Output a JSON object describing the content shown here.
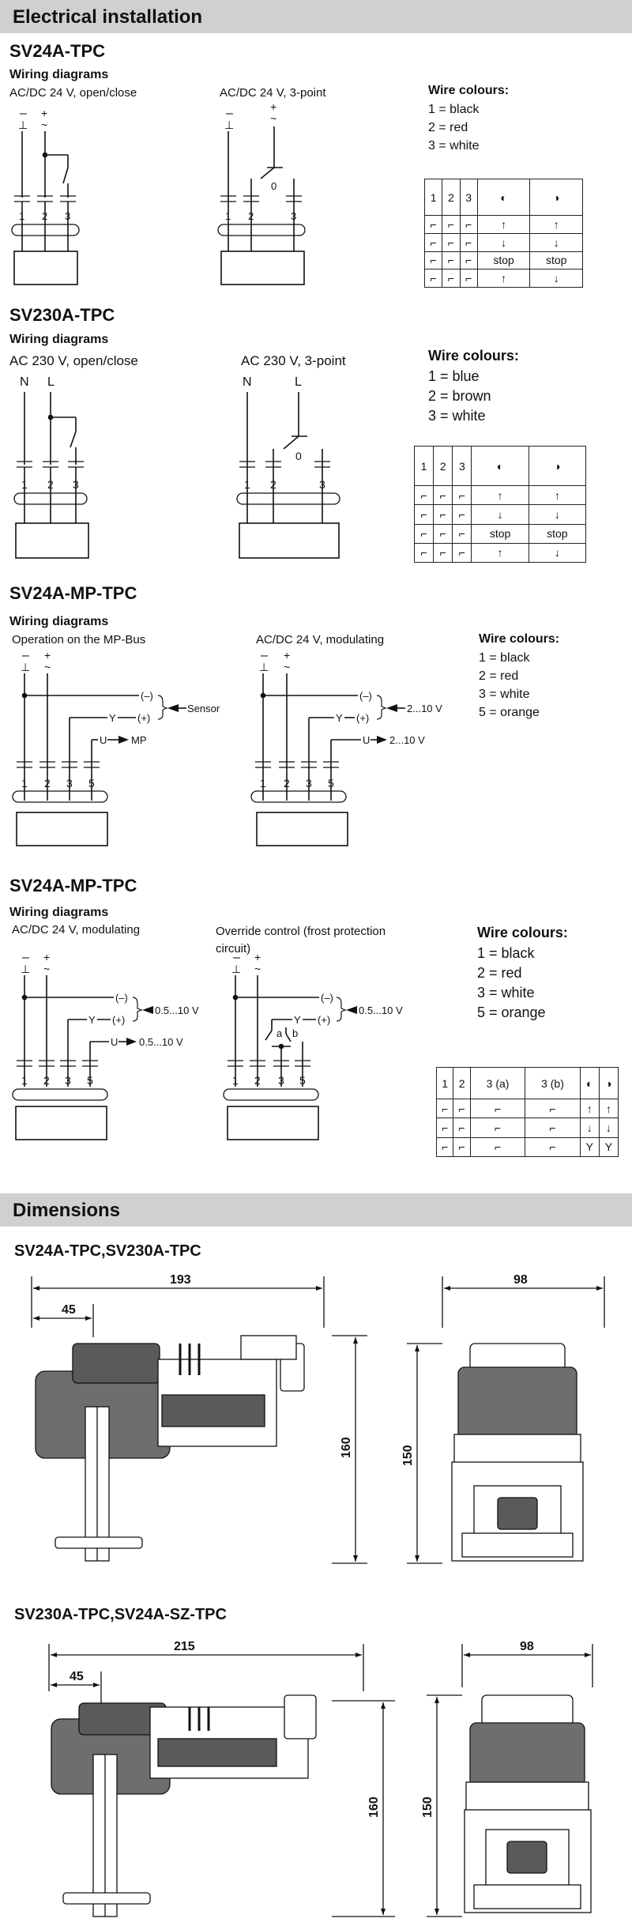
{
  "sections": {
    "electrical": "Electrical installation",
    "dimensions": "Dimensions"
  },
  "block1": {
    "model": "SV24A-TPC",
    "heading": "Wiring diagrams",
    "diagram_a": "AC/DC 24 V, open/close",
    "diagram_b": "AC/DC 24 V, 3-point",
    "wire_title": "Wire colours:",
    "wires": [
      "1 = black",
      "2 = red",
      "3 = white"
    ],
    "table_head": [
      "1",
      "2",
      "3"
    ],
    "stop": "stop"
  },
  "block2": {
    "model": "SV230A-TPC",
    "heading": "Wiring diagrams",
    "diagram_a": "AC 230 V, open/close",
    "diagram_b": "AC 230 V, 3-point",
    "wire_title": "Wire colours:",
    "wires": [
      "1 = blue",
      "2 = brown",
      "3 = white"
    ],
    "table_head": [
      "1",
      "2",
      "3"
    ],
    "stop": "stop"
  },
  "block3": {
    "model": "SV24A-MP-TPC",
    "heading": "Wiring diagrams",
    "diagram_a": "Operation on the MP-Bus",
    "diagram_b": "AC/DC 24 V, modulating",
    "wire_title": "Wire colours:",
    "wires": [
      "1 = black",
      "2 = red",
      "3 = white",
      "5 = orange"
    ],
    "labels": {
      "neg": "(–)",
      "pos": "(+)",
      "y": "Y",
      "u": "U",
      "sensor": "Sensor",
      "mp": "MP",
      "range": "2...10 V",
      "range_u": "2...10 V"
    }
  },
  "block4": {
    "model": "SV24A-MP-TPC",
    "heading": "Wiring diagrams",
    "diagram_a": "AC/DC 24 V, modulating",
    "diagram_b": "Override control (frost protection circuit)",
    "wire_title": "Wire colours:",
    "wires": [
      "1 = black",
      "2 = red",
      "3 = white",
      "5 = orange"
    ],
    "labels": {
      "range_y": "0.5...10 V",
      "range_u": "0.5...10 V",
      "a": "a",
      "b": "b"
    },
    "table_head": [
      "1",
      "2",
      "3 (a)",
      "3 (b)"
    ],
    "y_label": "Y"
  },
  "terminals": {
    "t1": "1",
    "t2": "2",
    "t3": "3",
    "t5": "5",
    "zero": "0"
  },
  "supply": {
    "minus": "–",
    "ground": "⊥",
    "plus": "+",
    "ac": "~",
    "N": "N",
    "L": "L"
  },
  "dims1": {
    "title": "SV24A-TPC,SV230A-TPC",
    "width": "193",
    "offset": "45",
    "height": "160",
    "front_width": "98",
    "front_height": "150"
  },
  "dims2": {
    "title": "SV230A-TPC,SV24A-SZ-TPC",
    "width": "215",
    "offset": "45",
    "height": "160",
    "front_width": "98",
    "front_height": "150"
  }
}
